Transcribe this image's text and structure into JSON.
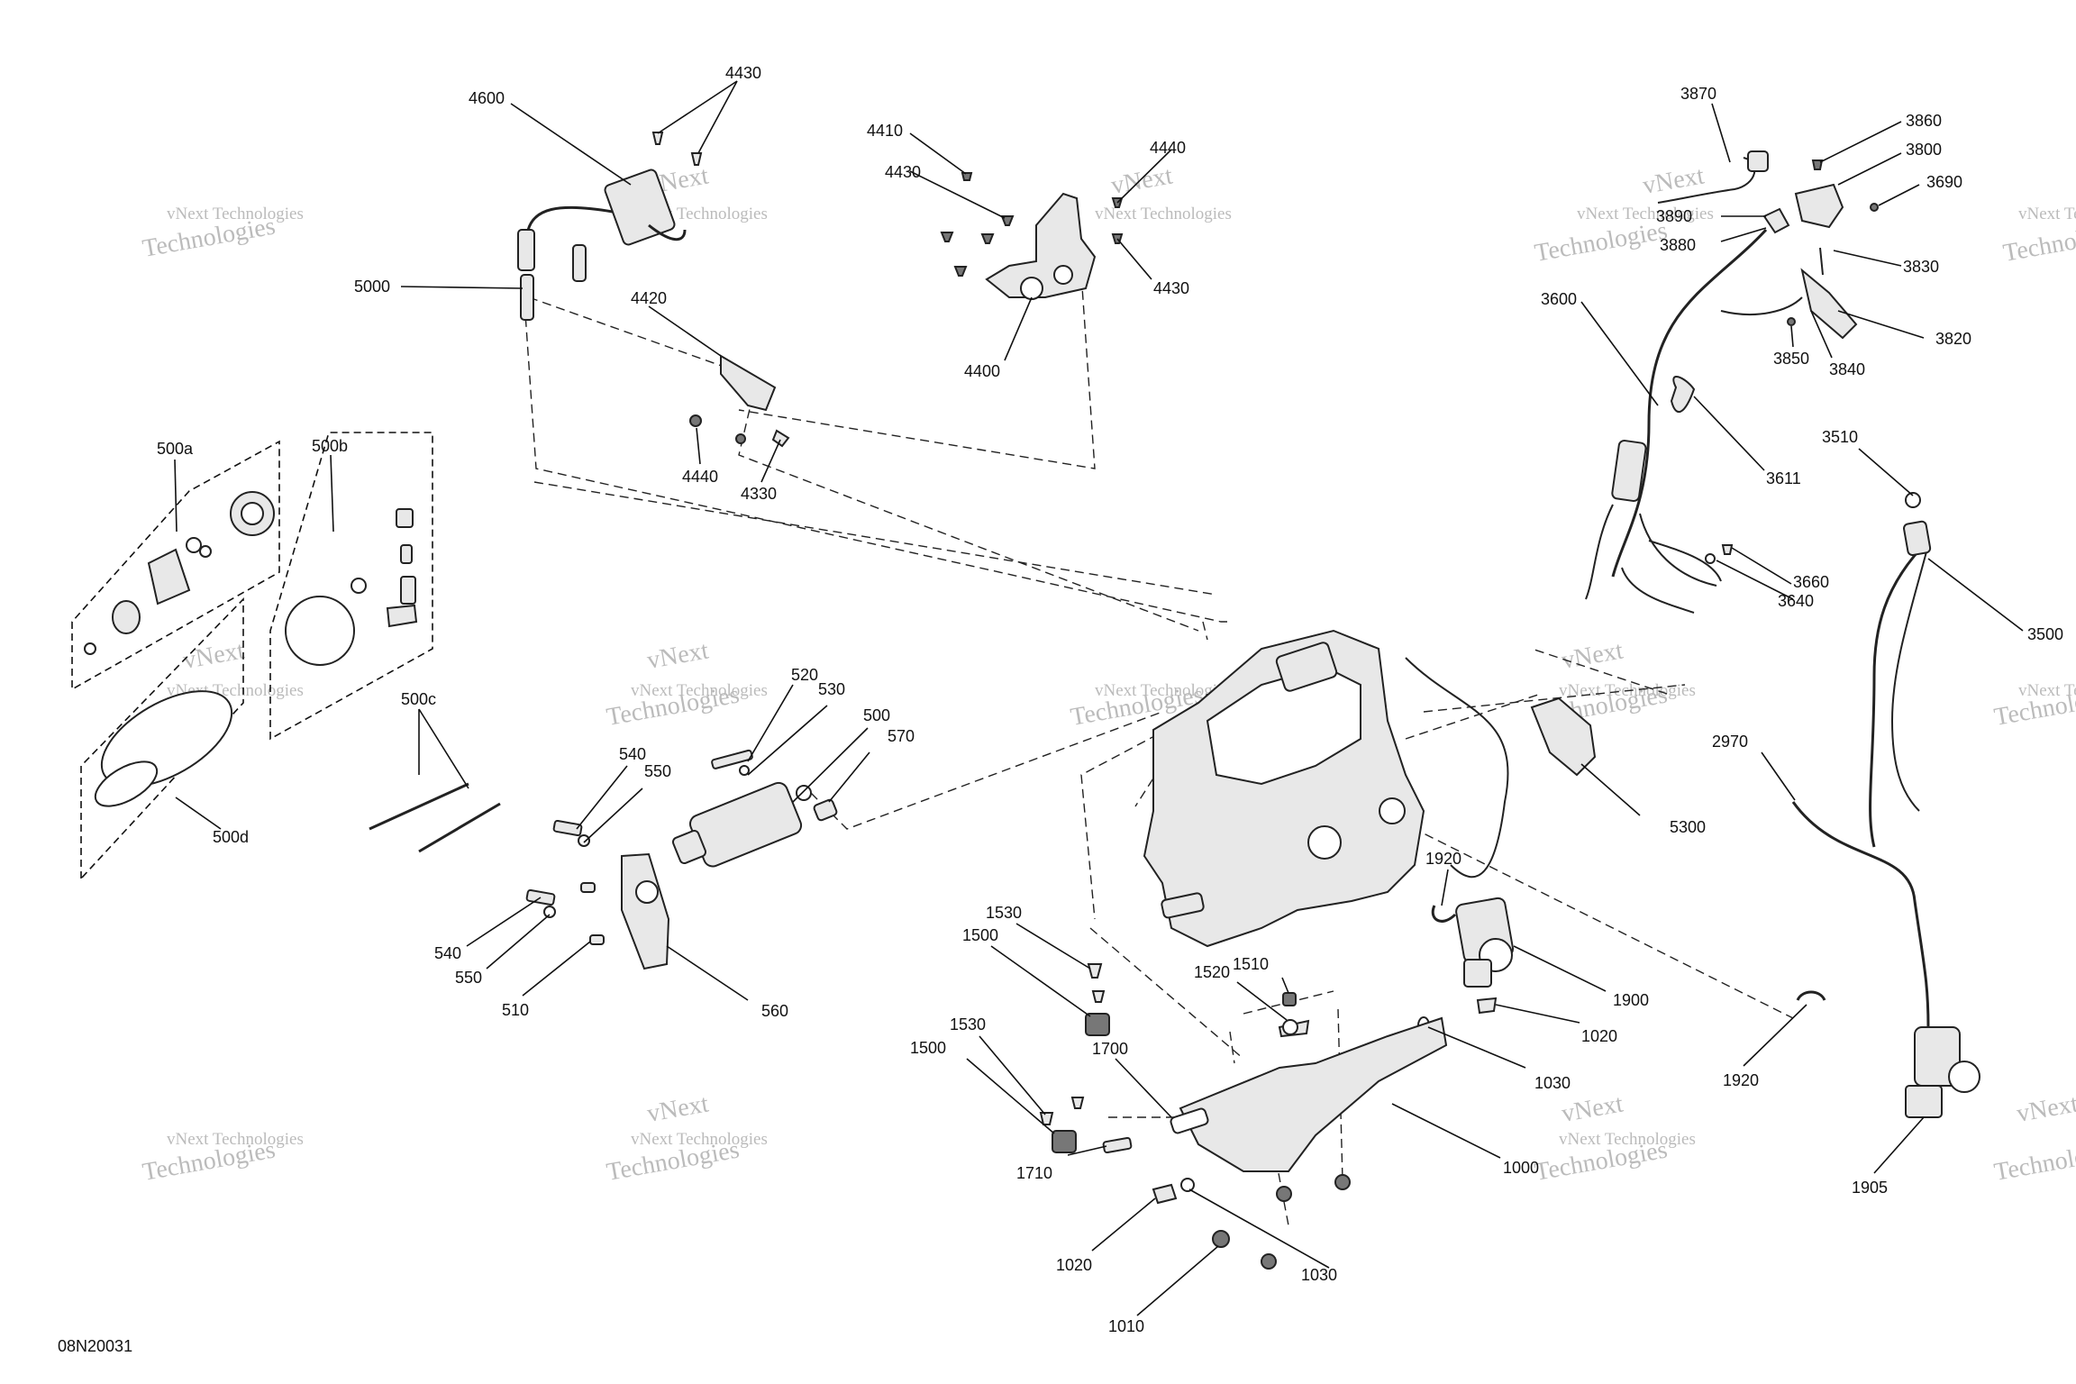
{
  "diagram": {
    "code": "08N20031",
    "watermark": {
      "line1": "vNext Technologies",
      "line2": "vNext",
      "line3": "Technologies"
    },
    "callouts": [
      "4600",
      "4430",
      "5000",
      "4420",
      "4440",
      "4330",
      "4410",
      "4430",
      "4440",
      "4430",
      "4400",
      "3870",
      "3860",
      "3800",
      "3690",
      "3890",
      "3880",
      "3830",
      "3600",
      "3820",
      "3850",
      "3840",
      "3611",
      "3510",
      "3660",
      "3640",
      "3500",
      "500a",
      "500b",
      "500c",
      "500d",
      "520",
      "530",
      "500",
      "570",
      "540",
      "550",
      "540",
      "550",
      "510",
      "560",
      "5300",
      "2970",
      "1920",
      "1900",
      "1020",
      "1030",
      "1920",
      "1905",
      "1530",
      "1500",
      "1520",
      "1510",
      "1530",
      "1500",
      "1700",
      "1710",
      "1000",
      "1020",
      "1030",
      "1010"
    ]
  }
}
